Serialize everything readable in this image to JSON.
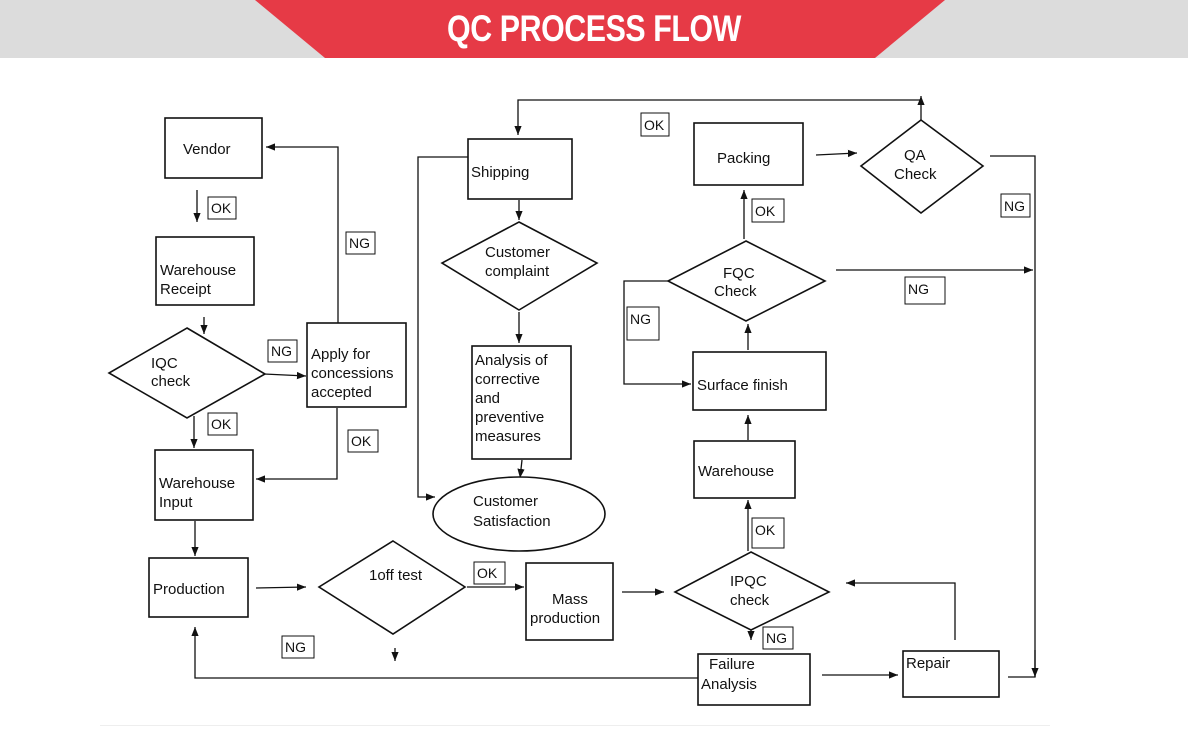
{
  "header": {
    "title": "QC PROCESS FLOW",
    "accent_color": "#e63a46",
    "bar_color": "#dcdcdc"
  },
  "nodes": {
    "vendor": "Vendor",
    "warehouse_receipt": [
      "Warehouse",
      "Receipt"
    ],
    "iqc_check": [
      "IQC",
      "check"
    ],
    "apply_concessions": [
      "Apply for",
      "concessions",
      "accepted"
    ],
    "warehouse_input": [
      "Warehouse",
      "Input"
    ],
    "production": "Production",
    "one_off_test": "1off test",
    "mass_production": [
      "Mass",
      "production"
    ],
    "shipping": "Shipping",
    "customer_complaint": [
      "Customer",
      "complaint"
    ],
    "analysis": [
      "Analysis of",
      "corrective",
      "and",
      "preventive",
      "measures"
    ],
    "customer_satisfaction": [
      "Customer",
      "Satisfaction"
    ],
    "packing": "Packing",
    "qa_check": [
      "QA",
      "Check"
    ],
    "fqc_check": [
      "FQC",
      "Check"
    ],
    "surface_finish": "Surface finish",
    "warehouse": "Warehouse",
    "ipqc_check": [
      "IPQC",
      "check"
    ],
    "failure_analysis": [
      "Failure",
      "Analysis"
    ],
    "repair": "Repair"
  },
  "tags": {
    "ok": "OK",
    "ng": "NG"
  }
}
